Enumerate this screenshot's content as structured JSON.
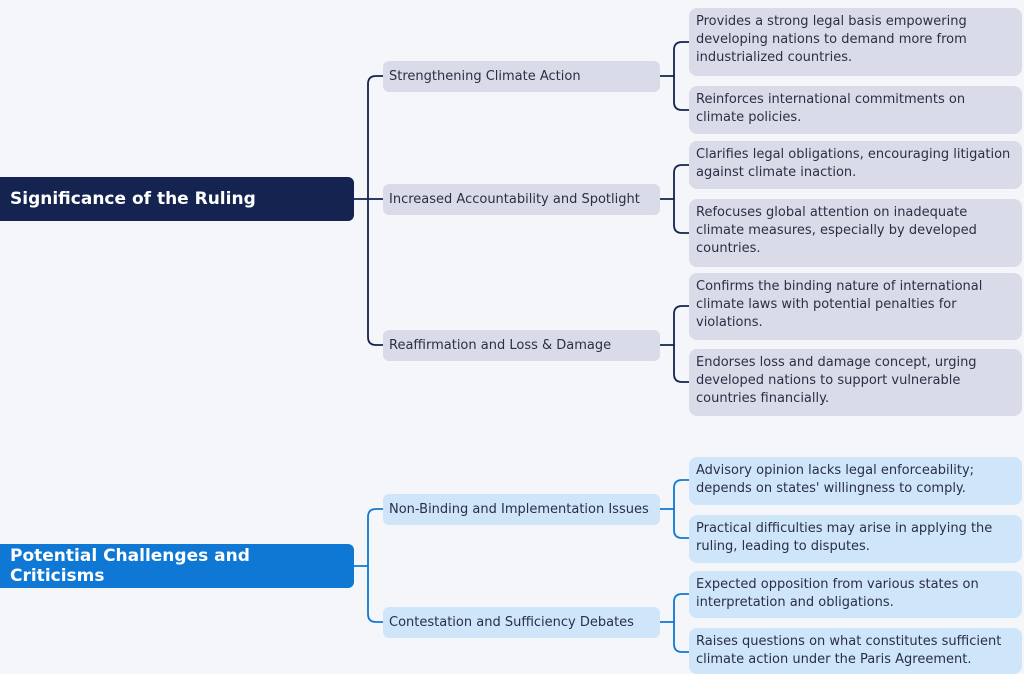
{
  "sections": [
    {
      "title": "Significance of the Ruling",
      "color": "#14234f",
      "branches": [
        {
          "label": "Strengthening Climate Action",
          "leaves": [
            "Provides a strong legal basis empowering developing nations to demand more from industrialized countries.",
            "Reinforces international commitments on climate policies."
          ]
        },
        {
          "label": "Increased Accountability and Spotlight",
          "leaves": [
            "Clarifies legal obligations, encouraging litigation against climate inaction.",
            "Refocuses global attention on inadequate climate measures, especially by developed countries."
          ]
        },
        {
          "label": "Reaffirmation and Loss & Damage",
          "leaves": [
            "Confirms the binding nature of international climate laws with potential penalties for violations.",
            "Endorses loss and damage concept, urging developed nations to support vulnerable countries financially."
          ]
        }
      ]
    },
    {
      "title": "Potential Challenges and Criticisms",
      "color": "#0f78d4",
      "branches": [
        {
          "label": "Non-Binding and Implementation Issues",
          "leaves": [
            "Advisory opinion lacks legal enforceability; depends on states' willingness to comply.",
            "Practical difficulties may arise in applying the ruling, leading to disputes."
          ]
        },
        {
          "label": "Contestation and Sufficiency Debates",
          "leaves": [
            "Expected opposition from various states on interpretation and obligations.",
            "Raises questions on what constitutes sufficient climate action under the Paris Agreement."
          ]
        }
      ]
    }
  ]
}
